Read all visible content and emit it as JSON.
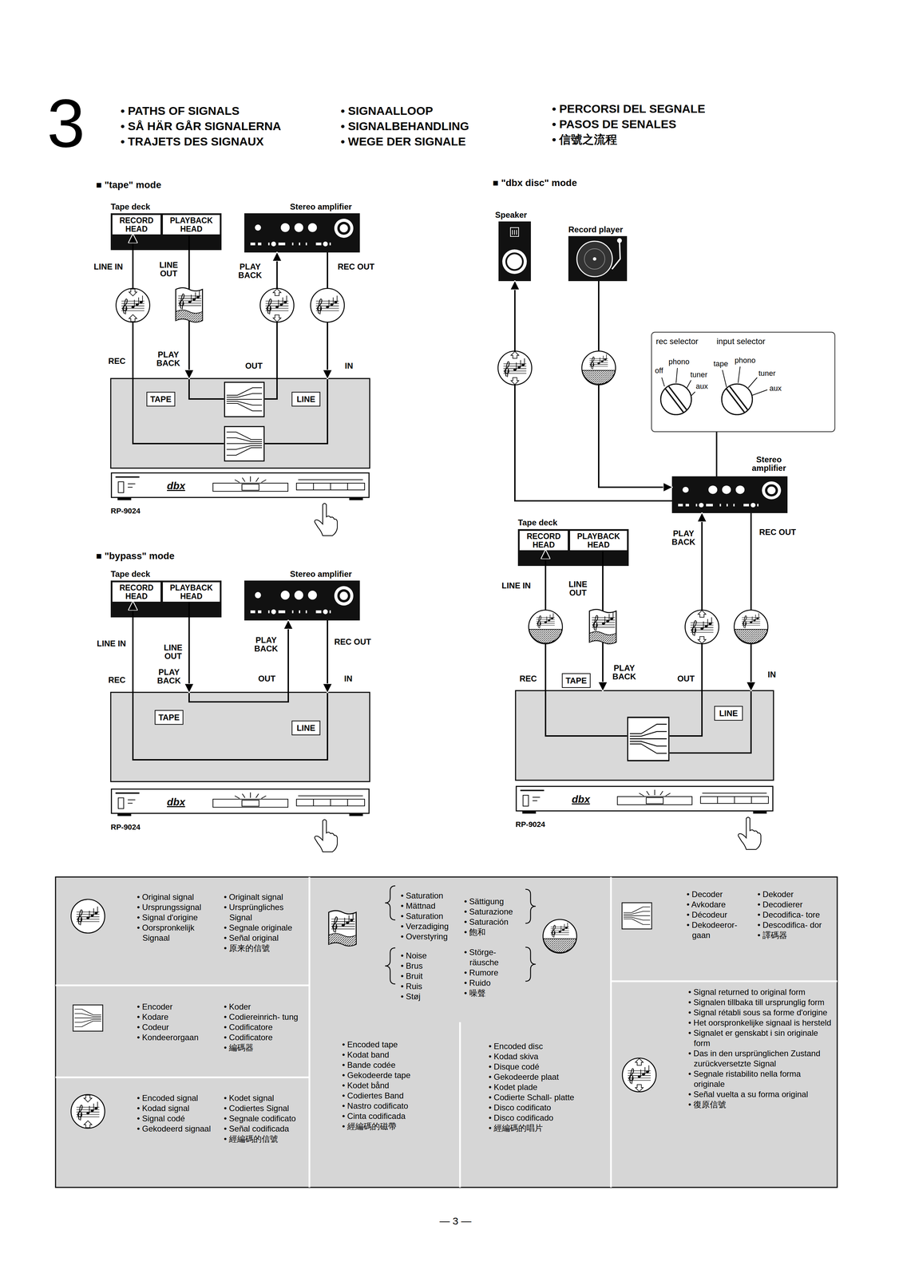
{
  "diagram": {
    "nodes": [
      {
        "text": [
          "Tape deck"
        ]
      },
      {
        "text": [
          "RECORD HEAD"
        ],
        "in": 0
      },
      {
        "text": [
          "PLAYBACK HEAD"
        ],
        "in": 0
      },
      {
        "text": [
          "Stereo amplifier"
        ]
      },
      {
        "text": [
          "REC",
          "PLAY BACK",
          "OUT",
          "IN"
        ]
      },
      {
        "text": [
          "TAPE"
        ],
        "in": 4
      },
      {
        "text": [
          "LINE"
        ],
        "in": 4
      },
      {
        "text": [
          "Tape deck"
        ]
      },
      {
        "text": [
          "RECORD HEAD"
        ],
        "in": 7
      },
      {
        "text": [
          "PLAYBACK HEAD"
        ],
        "in": 7
      },
      {
        "text": [
          "Stereo amplifier"
        ]
      },
      {
        "text": [
          "REC",
          "PLAY BACK",
          "OUT",
          "IN"
        ]
      },
      {
        "text": [
          "TAPE"
        ],
        "in": 11
      },
      {
        "text": [
          "LINE"
        ],
        "in": 11
      },
      {
        "text": [
          "Speaker"
        ]
      },
      {
        "text": [
          "Record player"
        ]
      },
      {
        "text": [
          "rec selector",
          "input selector"
        ]
      },
      {
        "text": [
          "Stereo amplifier"
        ]
      },
      {
        "text": [
          "Tape deck"
        ]
      },
      {
        "text": [
          "RECORD HEAD"
        ],
        "in": 18
      },
      {
        "text": [
          "PLAYBACK HEAD"
        ],
        "in": 18
      },
      {
        "text": [
          "REC",
          "PLAY BACK",
          "OUT",
          "IN"
        ]
      },
      {
        "text": [
          "TAPE"
        ]
      },
      {
        "text": [
          "LINE"
        ],
        "in": 21
      }
    ],
    "edges": [
      {
        "from": 4,
        "to": 1,
        "arrow": "to",
        "label": "LINE IN"
      },
      {
        "from": 2,
        "to": 4,
        "arrow": "to",
        "label": "LINE OUT"
      },
      {
        "from": 4,
        "to": 3,
        "arrow": "to",
        "label": "PLAY BACK"
      },
      {
        "from": 3,
        "to": 4,
        "arrow": "to",
        "label": "REC OUT"
      },
      {
        "from": 11,
        "to": 8,
        "arrow": "to",
        "label": "LINE IN"
      },
      {
        "from": 9,
        "to": 11,
        "arrow": "to",
        "label": "LINE OUT"
      },
      {
        "from": 11,
        "to": 10,
        "arrow": "to",
        "label": "PLAY BACK"
      },
      {
        "from": 10,
        "to": 11,
        "arrow": "to",
        "label": "REC OUT"
      },
      {
        "from": 17,
        "to": 14,
        "arrow": "to"
      },
      {
        "from": 15,
        "to": 17,
        "arrow": "to"
      },
      {
        "from": 16,
        "to": 17,
        "arrow": "none"
      },
      {
        "from": 21,
        "to": 19,
        "arrow": "to",
        "label": "LINE IN"
      },
      {
        "from": 20,
        "to": 21,
        "arrow": "to",
        "label": "LINE OUT"
      },
      {
        "from": 21,
        "to": 17,
        "arrow": "to",
        "label": "PLAY BACK"
      },
      {
        "from": 17,
        "to": 21,
        "arrow": "to",
        "label": "REC OUT"
      }
    ],
    "labels": [
      "3",
      "• PATHS OF SIGNALS",
      "• SÅ HÄR GÅR SIGNALERNA",
      "• TRAJETS DES SIGNAUX",
      "• SIGNAALLOOP",
      "• SIGNALBEHANDLING",
      "• WEGE DER SIGNALE",
      "• PERCORSI DEL SEGNALE",
      "• PASOS DE SENALES",
      "• 信號之流程",
      "■ \"tape\" mode",
      "dbx",
      "RP-9024",
      "■ \"bypass\" mode",
      "dbx",
      "RP-9024",
      "■ \"dbx disc\" mode",
      "off",
      "phono",
      "tuner",
      "aux",
      "tape",
      "phono",
      "tuner",
      "aux",
      "dbx",
      "RP-9024",
      "— 3 —"
    ],
    "legend": [
      {
        "text": "• Original signal"
      },
      {
        "text": "• Ursprungssignal"
      },
      {
        "text": "• Signal d'origine"
      },
      {
        "text": "• Oorspronkelijk Signaal"
      },
      {
        "text": "• Originalt signal"
      },
      {
        "text": "• Ursprüngliches Signal"
      },
      {
        "text": "• Segnale originale"
      },
      {
        "text": "• Señal original"
      },
      {
        "text": "• 原来的信號"
      },
      {
        "text": "• Encoder"
      },
      {
        "text": "• Kodare"
      },
      {
        "text": "• Codeur"
      },
      {
        "text": "• Kondeerorgaan"
      },
      {
        "text": "• Koder"
      },
      {
        "text": "• Codiereinrich- tung"
      },
      {
        "text": "• Codificatore"
      },
      {
        "text": "• Codificatore"
      },
      {
        "text": "• 編碼器"
      },
      {
        "text": "• Encoded signal"
      },
      {
        "text": "• Kodad signal"
      },
      {
        "text": "• Signal codé"
      },
      {
        "text": "• Gekodeerd signaal"
      },
      {
        "text": "• Kodet signal"
      },
      {
        "text": "• Codiertes Signal"
      },
      {
        "text": "• Segnale codificato"
      },
      {
        "text": "• Señal codificada"
      },
      {
        "text": "• 經編碼的信號"
      },
      {
        "text": "• Saturation"
      },
      {
        "text": "• Mättnad"
      },
      {
        "text": "• Saturation"
      },
      {
        "text": "• Verzadiging"
      },
      {
        "text": "• Overstyring"
      },
      {
        "text": "• Sättigung"
      },
      {
        "text": "• Saturazione"
      },
      {
        "text": "• Saturación"
      },
      {
        "text": "• 飽和"
      },
      {
        "text": "• Noise"
      },
      {
        "text": "• Brus"
      },
      {
        "text": "• Bruit"
      },
      {
        "text": "• Ruis"
      },
      {
        "text": "• Støj"
      },
      {
        "text": "• Störge- räusche"
      },
      {
        "text": "• Rumore"
      },
      {
        "text": "• Ruido"
      },
      {
        "text": "• 噪聲"
      },
      {
        "text": "• Encoded tape"
      },
      {
        "text": "• Kodat band"
      },
      {
        "text": "• Bande codée"
      },
      {
        "text": "• Gekodeerde tape"
      },
      {
        "text": "• Kodet bånd"
      },
      {
        "text": "• Codiertes Band"
      },
      {
        "text": "• Nastro codificato"
      },
      {
        "text": "• Cinta codificada"
      },
      {
        "text": "• 經編碼的磁帶"
      },
      {
        "text": "• Encoded disc"
      },
      {
        "text": "• Kodad skiva"
      },
      {
        "text": "• Disque codé"
      },
      {
        "text": "• Gekodeerde plaat"
      },
      {
        "text": "• Kodet plade"
      },
      {
        "text": "• Codierte Schall- platte"
      },
      {
        "text": "• Disco codificato"
      },
      {
        "text": "• Disco codificado"
      },
      {
        "text": "• 經編碼的唱片"
      },
      {
        "text": "• Decoder"
      },
      {
        "text": "• Avkodare"
      },
      {
        "text": "• Décodeur"
      },
      {
        "text": "• Dekodeeror- gaan"
      },
      {
        "text": "• Dekoder"
      },
      {
        "text": "• Decodierer"
      },
      {
        "text": "• Decodifica- tore"
      },
      {
        "text": "• Descodifica- dor"
      },
      {
        "text": "• 譯碼器"
      },
      {
        "text": "• Signal returned to original form"
      },
      {
        "text": "• Signalen tillbaka till ursprunglig form"
      },
      {
        "text": "• Signal rétabli sous sa forme d'origine"
      },
      {
        "text": "• Het oorspronkelijke signaal is hersteld"
      },
      {
        "text": "• Signalet er genskabt i sin originale form"
      },
      {
        "text": "• Das in den ursprünglichen Zustand zurückversetzte Signal"
      },
      {
        "text": "• Segnale ristabilito nella forma originale"
      },
      {
        "text": "• Señal vuelta a su forma original"
      },
      {
        "text": "• 復原信號"
      }
    ]
  }
}
